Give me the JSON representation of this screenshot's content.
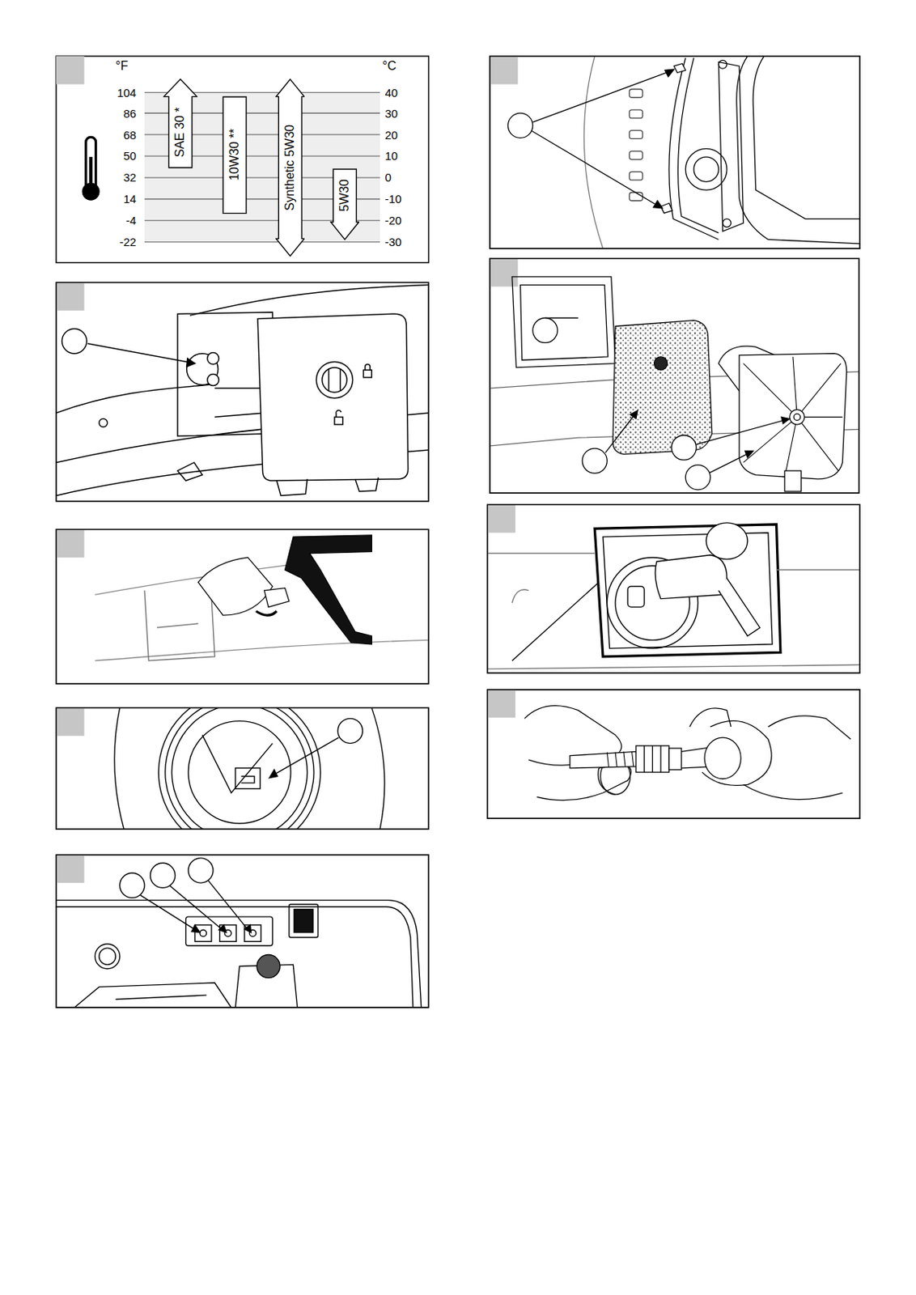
{
  "diagram": {
    "nodes": [
      {
        "text": [
          "SAE 30 *"
        ]
      },
      {
        "text": [
          "10W30 **"
        ]
      },
      {
        "text": [
          "Synthetic 5W30"
        ]
      },
      {
        "text": [
          "5W30"
        ]
      }
    ],
    "labels": [
      "°F",
      "104",
      "86",
      "68",
      "50",
      "32",
      "14",
      "-4",
      "-22",
      "°C",
      "40",
      "30",
      "20",
      "10",
      "0",
      "-10",
      "-20",
      "-30"
    ]
  }
}
